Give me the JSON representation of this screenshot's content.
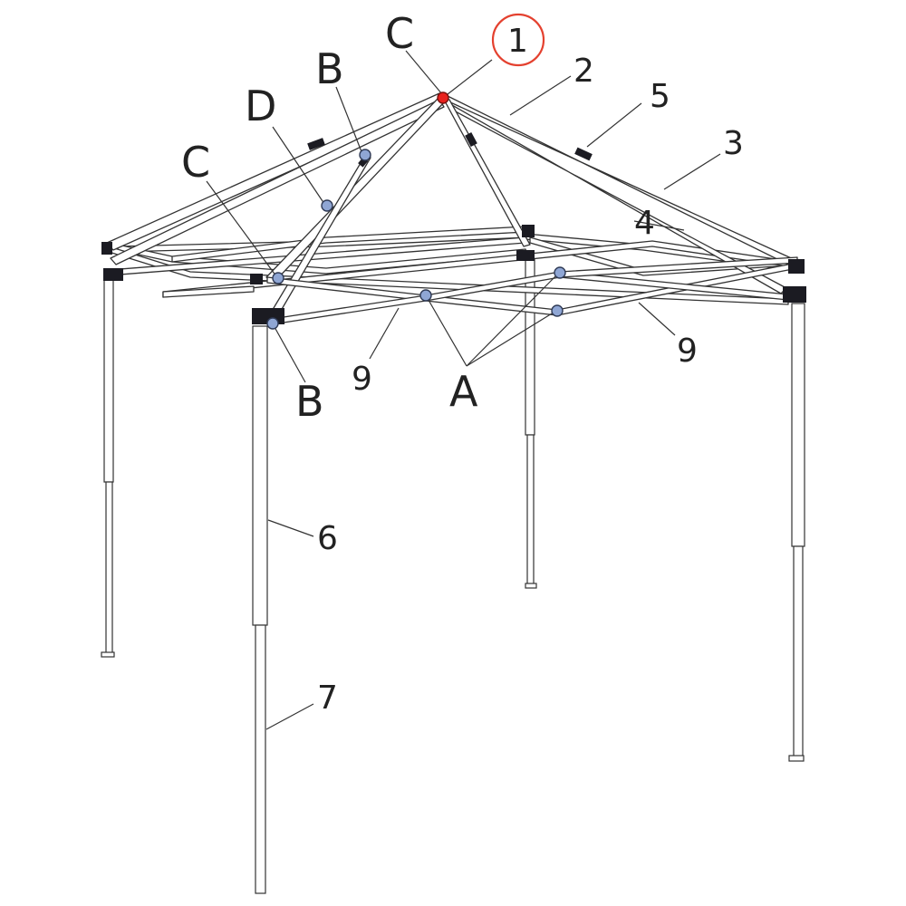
{
  "diagram": {
    "letter_labels": {
      "c_top": "C",
      "c_left": "C",
      "b_top": "B",
      "b_bottom": "B",
      "d": "D",
      "a": "A"
    },
    "number_labels": {
      "n1": "1",
      "n2": "2",
      "n3": "3",
      "n4": "4",
      "n5": "5",
      "n6": "6",
      "n7": "7",
      "n9_left": "9",
      "n9_right": "9"
    },
    "colors": {
      "pin": "#8fa6d4",
      "highlight_pin": "#e8211d",
      "callout_circle": "#e4412f",
      "frame_line": "#333333",
      "joint": "#1b1b22"
    }
  }
}
